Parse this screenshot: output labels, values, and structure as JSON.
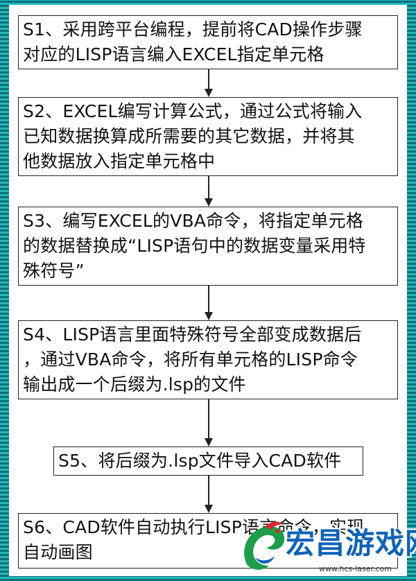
{
  "steps": [
    {
      "id": "S1",
      "lines": [
        "S1、采用跨平台编程，提前将CAD操作步骤",
        "对应的LISP语言编入EXCEL指定单元格"
      ]
    },
    {
      "id": "S2",
      "lines": [
        "S2、EXCEL编写计算公式，通过公式将输入",
        "已知数据换算成所需要的其它数据，并将其",
        "他数据放入指定单元格中"
      ]
    },
    {
      "id": "S3",
      "lines": [
        "S3、编写EXCEL的VBA命令，将指定单元格",
        "的数据替换成“LISP语句中的数据变量采用特",
        "殊符号”"
      ]
    },
    {
      "id": "S4",
      "lines": [
        "S4、LISP语言里面特殊符号全部变成数据后",
        "，通过VBA命令，将所有单元格的LISP命令",
        "输出成一个后缀为.lsp的文件"
      ]
    },
    {
      "id": "S5",
      "lines": [
        "S5、将后缀为.lsp文件导入CAD软件"
      ]
    },
    {
      "id": "S6",
      "lines": [
        "S6、CAD软件自动执行LISP语言命令，实现",
        "自动画图"
      ]
    }
  ],
  "watermark": {
    "text": "宏昌游戏网",
    "url": "www.hcs-laser.com",
    "color": "#0e63b8"
  }
}
